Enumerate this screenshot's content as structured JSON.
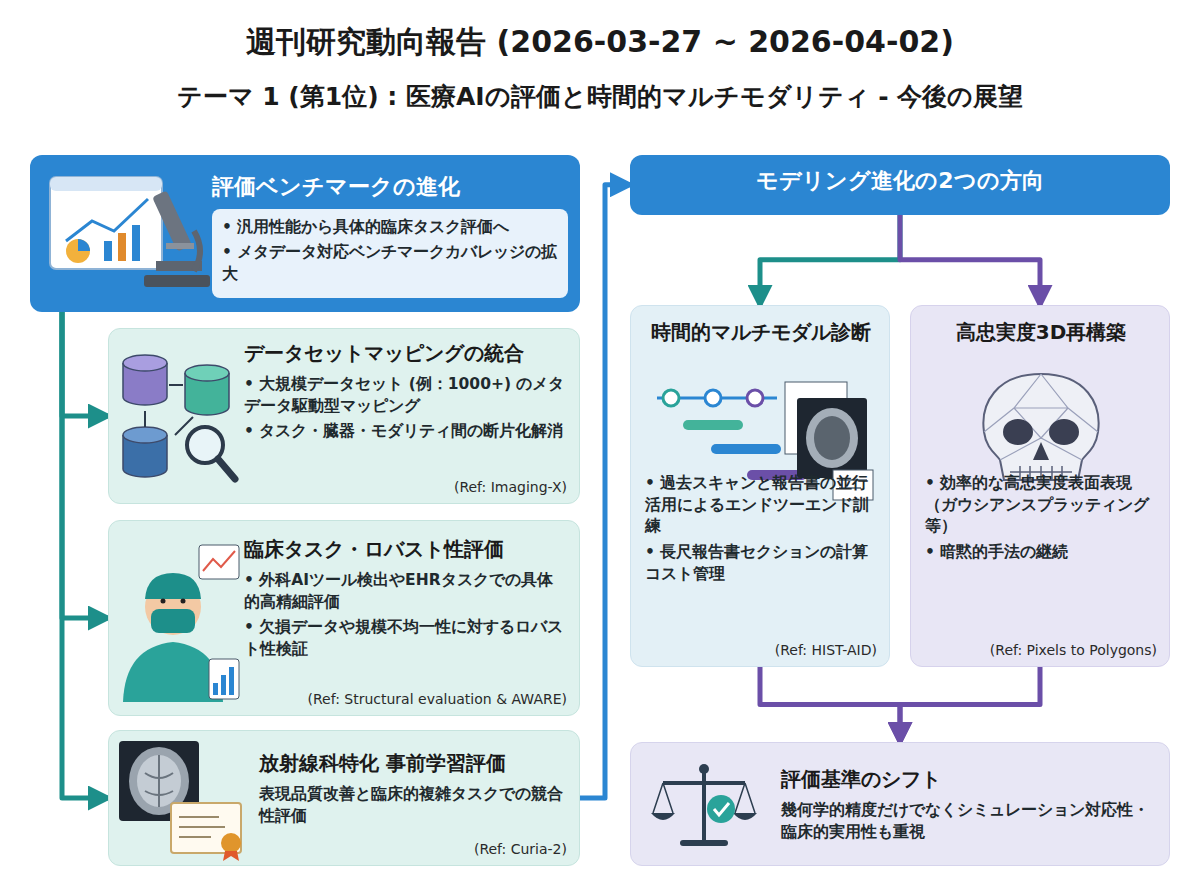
{
  "diagram": {
    "title": "週刊研究動向報告 (2026-03-27 ~ 2026-04-02)",
    "nodes": [
      {
        "text": [
          "評価ベンチマークの進化",
          "• 汎用性能から具体的臨床タスク評価へ",
          "• メタデータ対応ベンチマークカバレッジの拡大"
        ]
      },
      {
        "text": [
          "データセットマッピングの統合",
          "• 大規模データセット (例：1000+) のメタデータ駆動型マッピング",
          "• タスク・臓器・モダリティ間の断片化解消",
          "(Ref: Imaging-X)"
        ]
      },
      {
        "text": [
          "臨床タスク・ロバスト性評価",
          "• 外科AIツール検出やEHRタスクでの具体的高精細評価",
          "• 欠損データや規模不均一性に対するロバスト性検証",
          "(Ref: Structural evaluation & AWARE)"
        ]
      },
      {
        "text": [
          "放射線科特化 事前学習評価",
          "表現品質改善と臨床的複雑タスクでの競合性評価",
          "(Ref: Curia-2)"
        ]
      },
      {
        "text": [
          "モデリング進化の2つの方向"
        ]
      },
      {
        "text": [
          "時間的マルチモダル診断",
          "• 過去スキャンと報告書の並行活用によるエンドツーエンド訓練",
          "• 長尺報告書セクションの計算コスト管理",
          "(Ref: HIST-AID)"
        ]
      },
      {
        "text": [
          "高忠実度3D再構築",
          "• 効率的な高忠実度表面表現（ガウシアンスプラッティング等）",
          "• 暗黙的手法の継続",
          "(Ref: Pixels to Polygons)"
        ]
      },
      {
        "text": [
          "評価基準のシフト",
          "幾何学的精度だけでなくシミュレーション対応性・臨床的実用性も重視"
        ]
      }
    ],
    "edges": [
      {
        "from": 0,
        "to": 1,
        "arrow": "to"
      },
      {
        "from": 0,
        "to": 2,
        "arrow": "to"
      },
      {
        "from": 0,
        "to": 3,
        "arrow": "to"
      },
      {
        "from": 3,
        "to": 4,
        "arrow": "to"
      },
      {
        "from": 4,
        "to": 5,
        "arrow": "to"
      },
      {
        "from": 4,
        "to": 6,
        "arrow": "to"
      },
      {
        "from": 5,
        "to": 7,
        "arrow": "to"
      },
      {
        "from": 6,
        "to": 7,
        "arrow": "to"
      }
    ],
    "labels": [
      "テーマ 1 (第1位) : 医療AIの評価と時間的マルチモダリティ - 今後の展望"
    ]
  }
}
